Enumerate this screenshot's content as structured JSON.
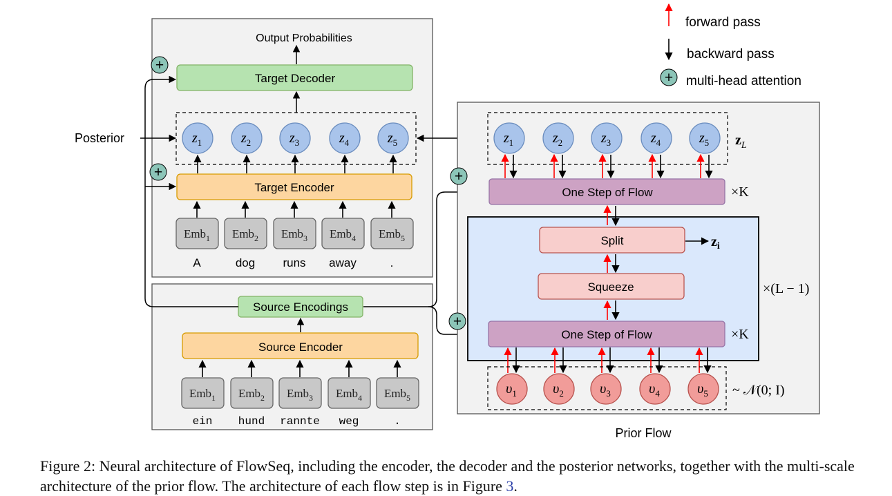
{
  "legend": {
    "forward": "forward pass",
    "backward": "backward pass",
    "attention": "multi-head attention",
    "attention_symbol": "+",
    "colors": {
      "forward": "#ff0000",
      "backward": "#000000",
      "attention": "#8cc5b8"
    }
  },
  "decoder_panel": {
    "output_label": "Output Probabilities",
    "target_decoder": "Target Decoder",
    "posterior_label": "Posterior",
    "z_nodes": [
      {
        "var": "z",
        "sub": "1"
      },
      {
        "var": "z",
        "sub": "2"
      },
      {
        "var": "z",
        "sub": "3"
      },
      {
        "var": "z",
        "sub": "4"
      },
      {
        "var": "z",
        "sub": "5"
      }
    ],
    "target_encoder": "Target Encoder",
    "embeddings": [
      {
        "base": "Emb",
        "sub": "1"
      },
      {
        "base": "Emb",
        "sub": "2"
      },
      {
        "base": "Emb",
        "sub": "3"
      },
      {
        "base": "Emb",
        "sub": "4"
      },
      {
        "base": "Emb",
        "sub": "5"
      }
    ],
    "words": [
      "A",
      "dog",
      "runs",
      "away",
      "."
    ]
  },
  "encoder_panel": {
    "source_encodings": "Source Encodings",
    "source_encoder": "Source Encoder",
    "embeddings": [
      {
        "base": "Emb",
        "sub": "1"
      },
      {
        "base": "Emb",
        "sub": "2"
      },
      {
        "base": "Emb",
        "sub": "3"
      },
      {
        "base": "Emb",
        "sub": "4"
      },
      {
        "base": "Emb",
        "sub": "5"
      }
    ],
    "words": [
      "ein",
      "hund",
      "rannte",
      "weg",
      "."
    ]
  },
  "prior_panel": {
    "title": "Prior Flow",
    "z_nodes": [
      {
        "var": "z",
        "sub": "1"
      },
      {
        "var": "z",
        "sub": "2"
      },
      {
        "var": "z",
        "sub": "3"
      },
      {
        "var": "z",
        "sub": "4"
      },
      {
        "var": "z",
        "sub": "5"
      }
    ],
    "zL_base": "z",
    "zL_sub": "L",
    "flow_step": "One Step of Flow",
    "times_k": "×K",
    "split": "Split",
    "zi_base": "z",
    "zi_sub": "i",
    "squeeze": "Squeeze",
    "repeat_label": "×(L − 1)",
    "v_nodes": [
      {
        "var": "υ",
        "sub": "1"
      },
      {
        "var": "υ",
        "sub": "2"
      },
      {
        "var": "υ",
        "sub": "3"
      },
      {
        "var": "υ",
        "sub": "4"
      },
      {
        "var": "υ",
        "sub": "5"
      }
    ],
    "noise_label": "~ 𝒩(0; I)"
  },
  "caption": {
    "text": "Figure 2: Neural architecture of FlowSeq, including the encoder, the decoder and the posterior networks, together with the multi-scale architecture of the prior flow. The architecture of each flow step is in Figure ",
    "figure_ref": "3",
    "end": "."
  }
}
